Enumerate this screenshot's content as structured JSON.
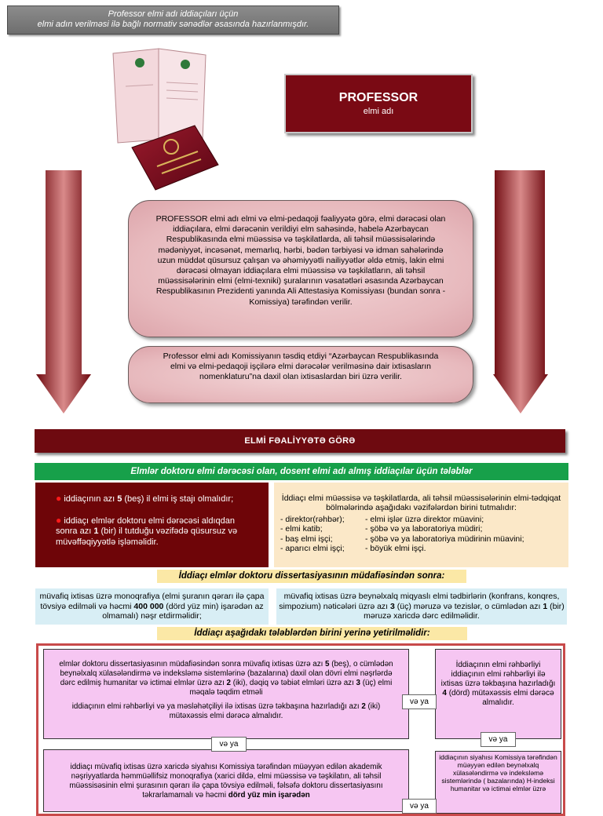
{
  "header": {
    "line1": "Professor elmi adı iddiaçıları üçün",
    "line2": "elmi adın verilməsi ilə bağlı normativ sənədlər əsasında hazırlanmışdır."
  },
  "title_box": {
    "title": "PROFESSOR",
    "subtitle": "elmi adı"
  },
  "intro_box": {
    "text": "PROFESSOR elmi adı elmi və elmi-pedaqoji fəaliyyətə görə, elmi dərəcəsi olan iddiaçılara, elmi dərəcənin verildiyi elm sahəsində, habelə Azərbaycan Respublikasında elmi müəssisə və təşkilatlarda, ali təhsil müəssisələrində mədəniyyət, incəsənət, memarlıq, hərbi, bədən tərbiyəsi və idman sahələrində uzun müddət qüsursuz çalışan və əhəmiyyətli nailiyyətlər əldə etmiş, lakin elmi dərəcəsi olmayan iddiaçılara elmi müəssisə və təşkilatların, ali təhsil müəssisələrinin elmi (elmi-texniki) şuralarının vəsatətləri əsasında Azərbaycan Respublikasının Prezidenti yanında Ali Attestasiya Komissiyası (bundan sonra - Komissiya) tərəfindən verilir."
  },
  "nomenclature_box": {
    "text": "Professor elmi adı Komissiyanın təsdiq etdiyi “Azərbaycan Respublikasında elmi və elmi-pedaqoji işçilərə elmi dərəcələr verilməsinə dair ixtisasların nomenklaturu”na daxil olan ixtisaslardan biri üzrə verilir."
  },
  "section_bar": "ELMİ FƏALİYYƏTƏ GÖRƏ",
  "green_bar": "Elmlər doktoru elmi dərəcəsi olan, dosent elmi adı almış iddiaçılar üçün tələblər",
  "requirements": {
    "item1_a": "iddiaçının azı ",
    "item1_b": "5",
    "item1_c": " (beş) il elmi iş stajı olmalıdır;",
    "item2_a": "iddiaçı elmlər doktoru elmi dərəcəsi aldıqdan sonra azı ",
    "item2_b": "1",
    "item2_c": " (bir) il tutduğu vəzifədə qüsursuz və müvəffəqiyyətlə işləməlidir."
  },
  "positions": {
    "intro": "İddiaçı elmi müəssisə və təşkilatlarda, ali təhsil müəssisələrinin elmi-tədqiqat bölmələrində aşağıdakı vəzifələrdən birini tutmalıdır:",
    "left": [
      "- direktor(rəhbər);",
      "- elmi katib;",
      "- baş elmi işçi;",
      "- aparıcı elmi işçi;"
    ],
    "right": [
      "- elmi işlər üzrə direktor müavini;",
      "- şöbə və ya laboratoriya müdiri;",
      "- şöbə və ya laboratoriya müdirinin müavini;",
      "- böyük elmi işçi."
    ]
  },
  "after_defense_heading": "İddiaçı elmlər doktoru dissertasiyasının müdafiəsindən sonra:",
  "after_defense": {
    "left_a": "müvafiq ixtisas üzrə monoqrafiya (elmi şuranın qərarı ilə çapa tövsiyə edilməli və həcmi ",
    "left_b": "400 000",
    "left_c": " (dörd yüz min) işarədən az olmamalı) nəşr etdirməlidir;",
    "right_a": "müvafiq ixtisas üzrə beynəlxalq miqyaslı elmi tədbirlərin (konfrans, konqres, simpozium) nəticələri üzrə azı ",
    "right_b": "3",
    "right_c": " (üç) məruzə və tezislər, o cümlədən azı ",
    "right_d": "1",
    "right_e": " (bir) məruzə xaricdə dərc edilməlidir."
  },
  "one_of_heading": "İddiaçı aşağıdakı tələblərdən birini yerinə yetirilməlidir:",
  "option1": {
    "p1_a": "elmlər doktoru dissertasiyasının müdafiəsindən sonra müvafiq ixtisas üzrə azı ",
    "p1_b": "5",
    "p1_c": " (beş), o cümlədən beynəlxalq xülasələndirmə və indeksləmə sistemlərinə (bazalarına) daxil olan dövri elmi nəşrlərdə dərc edilmiş humanitar və ictimai elmlər üzrə azı ",
    "p1_d": "2",
    "p1_e": " (iki), dəqiq və təbiət elmləri üzrə azı ",
    "p1_f": "3",
    "p1_g": " (üç) elmi məqalə təqdim etməli",
    "p2_a": "iddiaçının elmi rəhbərliyi və ya məsləhətçiliyi ilə ixtisas üzrə təkbaşına hazırladığı azı ",
    "p2_b": "2",
    "p2_c": " (iki) mütəxəssis elmi dərəcə almalıdır."
  },
  "option2": {
    "a": "İddiaçının elmi rəhbərliyi iddiaçının elmi rəhbərliyi ilə ixtisas üzrə təkbaşına hazırladığı ",
    "b": "4",
    "c": " (dörd) mütəxəssis elmi dərəcə almalıdır."
  },
  "option3": {
    "a": "iddiaçı müvafiq ixtisas üzrə xaricdə siyahısı Komissiya tərəfindən müəyyən edilən akademik nəşriyyatlarda həmmüəllifsiz monoqrafiya (xarici dildə, elmi müəssisə və təşkilatın, ali təhsil müəssisəsinin elmi şurasının qərarı ilə çapa tövsiyə edilməli, fəlsəfə doktoru dissertasiyasını təkrarlamamalı və həcmi ",
    "b": "dörd yüz min işarədən"
  },
  "option4": {
    "text": "iddiaçının siyahısı Komissiya tərəfindən müəyyən edilən beynəlxalq xülasələndirmə və indeksləmə sistemlərində ( bazalarında) H-indeksi humanitar və ictimai elmlər üzrə"
  },
  "connector": "və ya"
}
